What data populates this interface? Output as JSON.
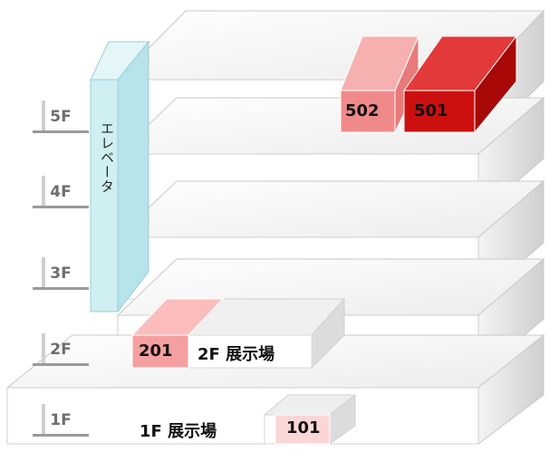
{
  "floors": [
    {
      "label": "5F"
    },
    {
      "label": "4F"
    },
    {
      "label": "3F"
    },
    {
      "label": "2F"
    },
    {
      "label": "1F"
    }
  ],
  "elevator": {
    "label": "エレベータ"
  },
  "rooms": {
    "r501": {
      "label": "501",
      "color": "#cc1010"
    },
    "r502": {
      "label": "502",
      "color": "#f08a8a"
    },
    "r201": {
      "label": "201",
      "color": "#f5a0a0"
    },
    "r101": {
      "label": "101",
      "color": "#fbd6d6"
    }
  },
  "exhibits": {
    "f2": {
      "label": "2F 展示場"
    },
    "f1": {
      "label": "1F 展示場"
    }
  }
}
